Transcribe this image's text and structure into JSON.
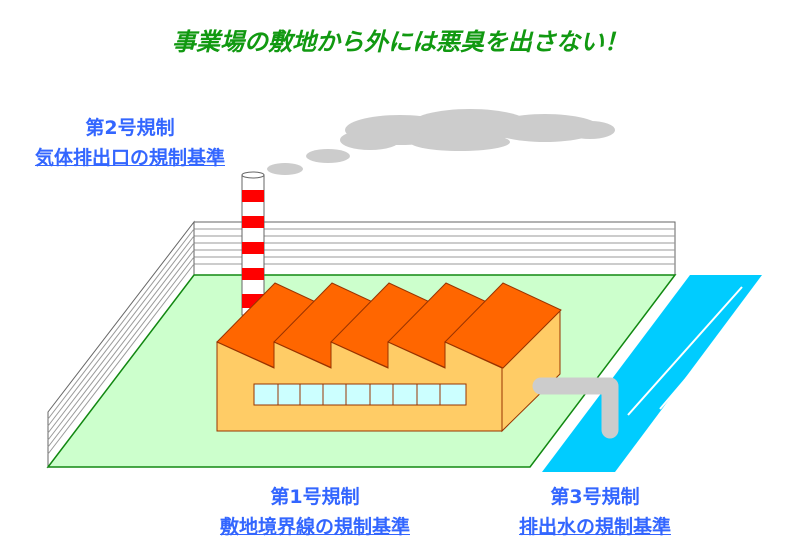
{
  "title": "事業場の敷地から外には悪臭を出さない！",
  "labels": {
    "rule2": {
      "heading": "第2号規制",
      "link": "気体排出口の規制基準"
    },
    "rule1": {
      "heading": "第1号規制",
      "link": "敷地境界線の規制基準"
    },
    "rule3": {
      "heading": "第3号規制",
      "link": "排出水の規制基準"
    }
  },
  "colors": {
    "title": "#119911",
    "label": "#3366ff",
    "ground": "#ccffcc",
    "roof": "#ff6600",
    "wall": "#ffcc66",
    "water": "#00ccff",
    "smoke": "#cccccc"
  }
}
